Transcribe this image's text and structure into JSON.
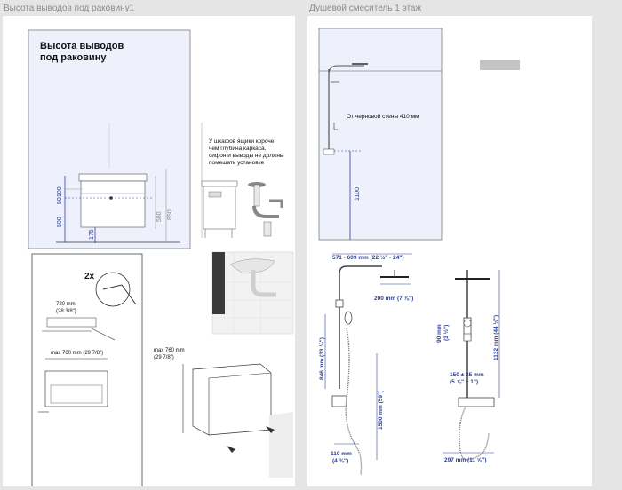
{
  "frames": [
    {
      "title": "Высота выводов под раковину1",
      "heading_line1": "Высота выводов",
      "heading_line2": "под раковину",
      "note_lines": [
        "У шкафов ящики короче,",
        "чем глубина каркаса,",
        "сифон и выводы не должны",
        "помешать установке"
      ],
      "dims": {
        "d100": "100",
        "d50": "50",
        "d500": "500",
        "d175": "175",
        "d580": "580",
        "d850": "850",
        "width_label": "720 mm",
        "width_label_in": "(28 3/8\")",
        "max_label": "max 760 mm (29 7/8\")",
        "max_label2": "max 760 mm",
        "max_label2_in": "(29 7/8\")",
        "qty": "2x"
      }
    },
    {
      "title": "Душевой смеситель 1 этаж",
      "wall_note": "От черновой стены 410 мм",
      "height_label": "1100",
      "dims": {
        "top_width": "571 - 609 mm (22 ½\" - 24\")",
        "head": "200 mm (7 ⅞\")",
        "d846": "846 mm (33 ¼\")",
        "d1500": "1500 mm (59\")",
        "d110": "110 mm",
        "d110_in": "(4 ⅜\")",
        "d90": "90 mm",
        "d90_in": "(3 ½\")",
        "d1132": "1132 mm (44 ½\")",
        "d150": "150 ± 25 mm",
        "d150_in": "(5 ⅞\" ± 1\")",
        "d297": "297 mm (11 ⅝\")"
      }
    }
  ],
  "colors": {
    "canvas": "#e5e5e5",
    "frame": "#ffffff",
    "dim_blue": "#2b3fa0",
    "title_gray": "#8c8c8c"
  }
}
